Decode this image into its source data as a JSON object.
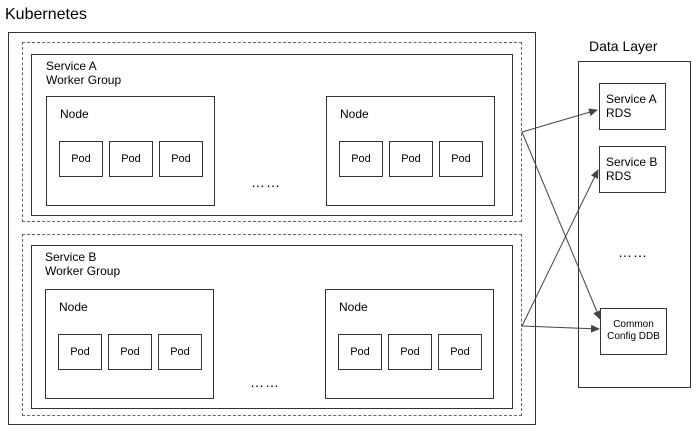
{
  "title": "Kubernetes",
  "data_layer": {
    "title": "Data Layer",
    "service_a_rds": {
      "line1": "Service A",
      "line2": "RDS"
    },
    "service_b_rds": {
      "line1": "Service B",
      "line2": "RDS"
    },
    "ellipsis": "……",
    "common_config": {
      "line1": "Common",
      "line2": "Config DDB"
    }
  },
  "service_a": {
    "line1": "Service A",
    "line2": "Worker Group",
    "node_label": "Node",
    "pod_label": "Pod",
    "ellipsis": "……"
  },
  "service_b": {
    "line1": "Service B",
    "line2": "Worker Group",
    "node_label": "Node",
    "pod_label": "Pod",
    "ellipsis": "……"
  }
}
